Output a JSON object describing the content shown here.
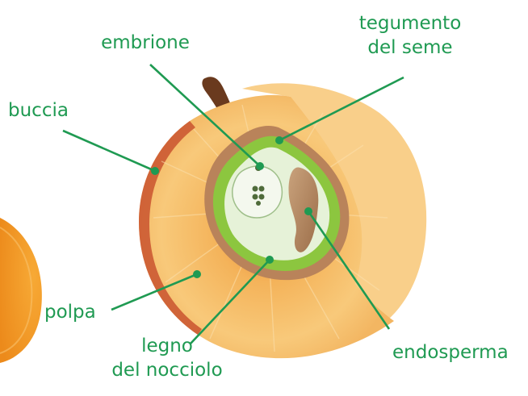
{
  "labels": {
    "embrione": "embrione",
    "tegumento_line1": "tegumento",
    "tegumento_line2": "del seme",
    "buccia": "buccia",
    "polpa": "polpa",
    "legno_line1": "legno",
    "legno_line2": "del nocciolo",
    "endosperma": "endosperma"
  },
  "colors": {
    "label_text": "#1f9a52",
    "leader_line": "#1f9a52",
    "flesh": "#f5bd6a",
    "skin": "#c9542f",
    "pit_wood": "#b9835a",
    "seed_coat": "#8cc63f",
    "seed_inner": "#e6f2d8"
  }
}
